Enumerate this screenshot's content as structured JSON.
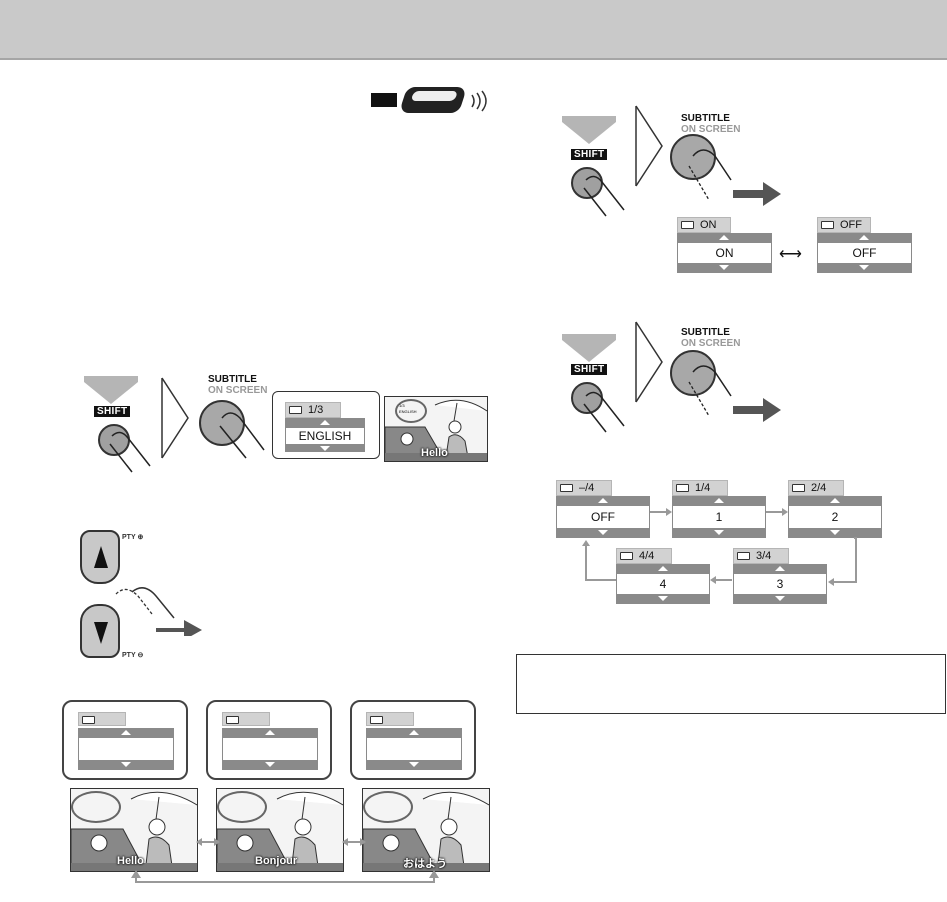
{
  "buttons": {
    "shift": "SHIFT",
    "subtitle": "SUBTITLE",
    "on_screen": "ON SCREEN",
    "pty_up": "PTY",
    "pty_down": "PTY"
  },
  "step_display": {
    "tab": "1/3",
    "value": "ENGLISH"
  },
  "scene_small": {
    "caption": "Hello",
    "mini_tab": "1/3",
    "mini_value": "ENGLISH"
  },
  "bottom_scenes": [
    {
      "caption": "Hello"
    },
    {
      "caption": "Bonjour"
    },
    {
      "caption": "おはよう"
    }
  ],
  "toggle": {
    "on": {
      "tab": "ON",
      "value": "ON"
    },
    "off": {
      "tab": "OFF",
      "value": "OFF"
    }
  },
  "cycle": [
    {
      "tab": "–/4",
      "value": "OFF"
    },
    {
      "tab": "1/4",
      "value": "1"
    },
    {
      "tab": "2/4",
      "value": "2"
    },
    {
      "tab": "3/4",
      "value": "3"
    },
    {
      "tab": "4/4",
      "value": "4"
    }
  ],
  "colors": {
    "header": "#c9c9c9",
    "button": "#a8a8a8",
    "bar": "#8a8a8a",
    "arrow": "#999999"
  }
}
